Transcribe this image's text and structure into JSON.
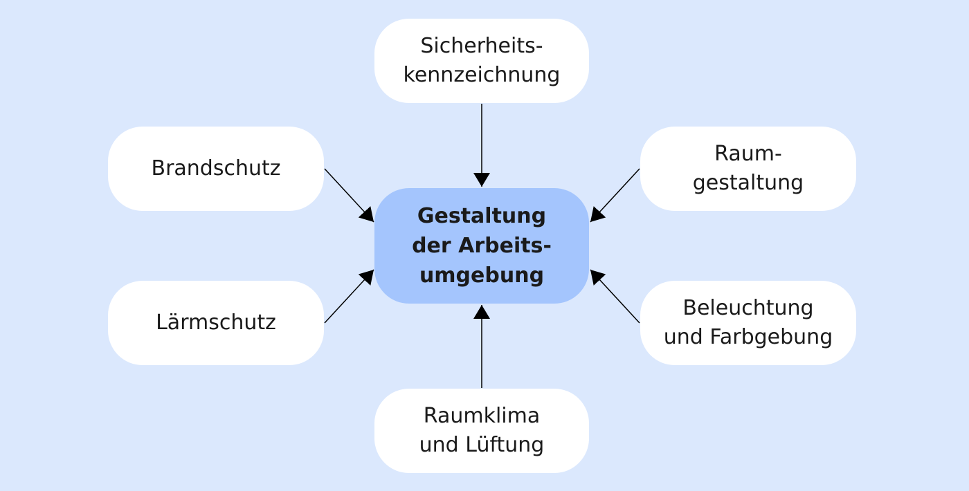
{
  "diagram": {
    "center": {
      "line1": "Gestaltung",
      "line2": "der Arbeits-",
      "line3": "umgebung"
    },
    "top": {
      "line1": "Sicherheits-",
      "line2": "kennzeichnung"
    },
    "top_left": {
      "line1": "Brandschutz"
    },
    "top_right": {
      "line1": "Raum-",
      "line2": "gestaltung"
    },
    "bottom_left": {
      "line1": "Lärmschutz"
    },
    "bottom_right": {
      "line1": "Beleuchtung",
      "line2": "und Farbgebung"
    },
    "bottom": {
      "line1": "Raumklima",
      "line2": "und Lüftung"
    },
    "colors": {
      "background": "#dbe8fd",
      "center_fill": "#a4c5fd",
      "node_fill": "#ffffff",
      "arrow": "#000000"
    }
  }
}
